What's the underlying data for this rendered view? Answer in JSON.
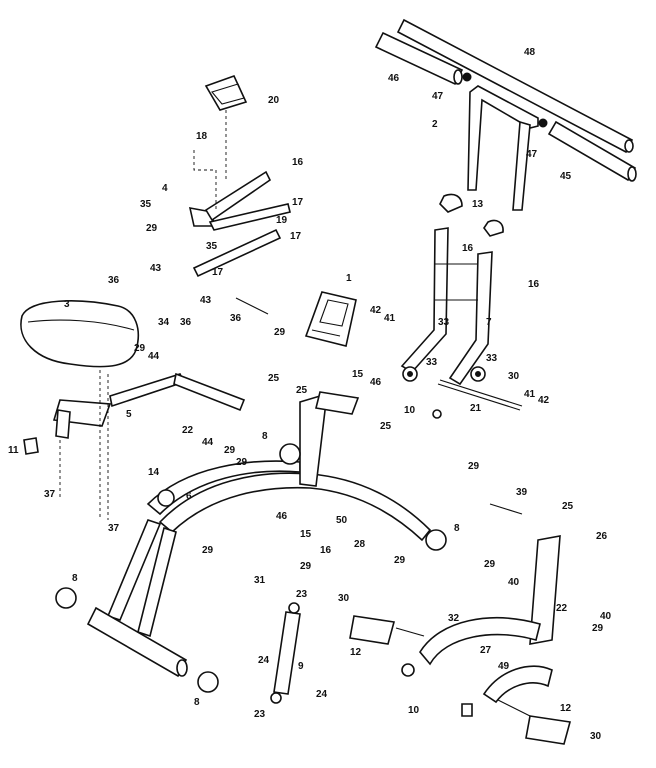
{
  "callouts": [
    {
      "id": "c48a",
      "text": "48"
    },
    {
      "id": "c46a",
      "text": "46"
    },
    {
      "id": "c47a",
      "text": "47"
    },
    {
      "id": "c2",
      "text": "2"
    },
    {
      "id": "c47b",
      "text": "47"
    },
    {
      "id": "c45",
      "text": "45"
    },
    {
      "id": "c20",
      "text": "20"
    },
    {
      "id": "c18",
      "text": "18"
    },
    {
      "id": "c16a",
      "text": "16"
    },
    {
      "id": "c4",
      "text": "4"
    },
    {
      "id": "c35a",
      "text": "35"
    },
    {
      "id": "c17a",
      "text": "17"
    },
    {
      "id": "c19",
      "text": "19"
    },
    {
      "id": "c35b",
      "text": "35"
    },
    {
      "id": "c17b",
      "text": "17"
    },
    {
      "id": "c29a",
      "text": "29"
    },
    {
      "id": "c43a",
      "text": "43"
    },
    {
      "id": "c17c",
      "text": "17"
    },
    {
      "id": "c36a",
      "text": "36"
    },
    {
      "id": "c43b",
      "text": "43"
    },
    {
      "id": "c3",
      "text": "3"
    },
    {
      "id": "c34",
      "text": "34"
    },
    {
      "id": "c36b",
      "text": "36"
    },
    {
      "id": "c36c",
      "text": "36"
    },
    {
      "id": "c29b",
      "text": "29"
    },
    {
      "id": "c13",
      "text": "13"
    },
    {
      "id": "c16b",
      "text": "16"
    },
    {
      "id": "c16c",
      "text": "16"
    },
    {
      "id": "c1",
      "text": "1"
    },
    {
      "id": "c42a",
      "text": "42"
    },
    {
      "id": "c41a",
      "text": "41"
    },
    {
      "id": "c33a",
      "text": "33"
    },
    {
      "id": "c7",
      "text": "7"
    },
    {
      "id": "c29c",
      "text": "29"
    },
    {
      "id": "c44a",
      "text": "44"
    },
    {
      "id": "c25a",
      "text": "25"
    },
    {
      "id": "c15a",
      "text": "15"
    },
    {
      "id": "c46b",
      "text": "46"
    },
    {
      "id": "c33b",
      "text": "33"
    },
    {
      "id": "c33c",
      "text": "33"
    },
    {
      "id": "c30a",
      "text": "30"
    },
    {
      "id": "c10a",
      "text": "10"
    },
    {
      "id": "c21",
      "text": "21"
    },
    {
      "id": "c41b",
      "text": "41"
    },
    {
      "id": "c42b",
      "text": "42"
    },
    {
      "id": "c5",
      "text": "5"
    },
    {
      "id": "c25b",
      "text": "25"
    },
    {
      "id": "c25c",
      "text": "25"
    },
    {
      "id": "c22a",
      "text": "22"
    },
    {
      "id": "c44b",
      "text": "44"
    },
    {
      "id": "c8a",
      "text": "8"
    },
    {
      "id": "c29d",
      "text": "29"
    },
    {
      "id": "c29e",
      "text": "29"
    },
    {
      "id": "c11",
      "text": "11"
    },
    {
      "id": "c37a",
      "text": "37"
    },
    {
      "id": "c37b",
      "text": "37"
    },
    {
      "id": "c14",
      "text": "14"
    },
    {
      "id": "c6",
      "text": "6"
    },
    {
      "id": "c46c",
      "text": "46"
    },
    {
      "id": "c15b",
      "text": "15"
    },
    {
      "id": "c50",
      "text": "50"
    },
    {
      "id": "c16d",
      "text": "16"
    },
    {
      "id": "c28",
      "text": "28"
    },
    {
      "id": "c29f",
      "text": "29"
    },
    {
      "id": "c8b",
      "text": "8"
    },
    {
      "id": "c29g",
      "text": "29"
    },
    {
      "id": "c39",
      "text": "39"
    },
    {
      "id": "c25d",
      "text": "25"
    },
    {
      "id": "c26",
      "text": "26"
    },
    {
      "id": "c29h",
      "text": "29"
    },
    {
      "id": "c40a",
      "text": "40"
    },
    {
      "id": "c29i",
      "text": "29"
    },
    {
      "id": "c31",
      "text": "31"
    },
    {
      "id": "c29j",
      "text": "29"
    },
    {
      "id": "c22b",
      "text": "22"
    },
    {
      "id": "c40b",
      "text": "40"
    },
    {
      "id": "c29k",
      "text": "29"
    },
    {
      "id": "c8c",
      "text": "8"
    },
    {
      "id": "c23a",
      "text": "23"
    },
    {
      "id": "c30b",
      "text": "30"
    },
    {
      "id": "c12a",
      "text": "12"
    },
    {
      "id": "c32",
      "text": "32"
    },
    {
      "id": "c27",
      "text": "27"
    },
    {
      "id": "c49",
      "text": "49"
    },
    {
      "id": "c9",
      "text": "9"
    },
    {
      "id": "c24a",
      "text": "24"
    },
    {
      "id": "c24b",
      "text": "24"
    },
    {
      "id": "c23b",
      "text": "23"
    },
    {
      "id": "c8d",
      "text": "8"
    },
    {
      "id": "c10b",
      "text": "10"
    },
    {
      "id": "c12b",
      "text": "12"
    },
    {
      "id": "c30c",
      "text": "30"
    }
  ]
}
